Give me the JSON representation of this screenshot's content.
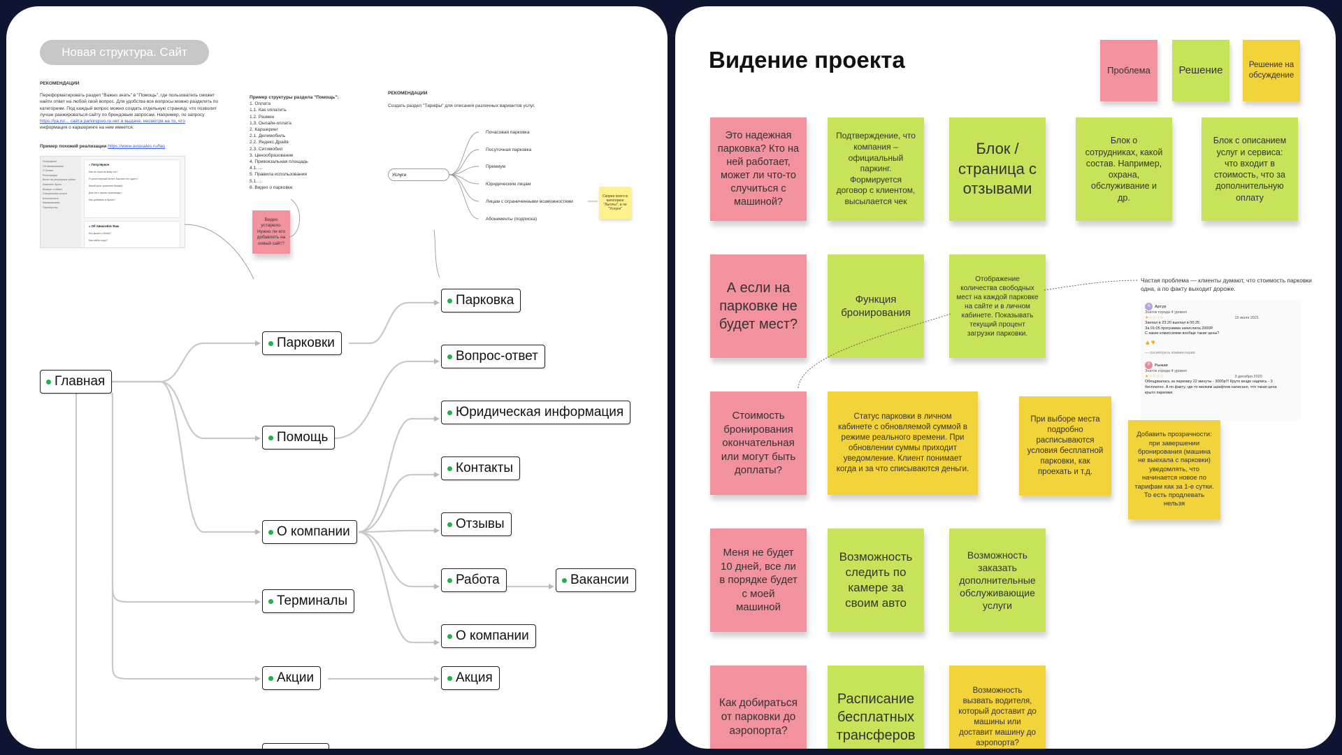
{
  "left": {
    "badge": "Новая структура. Сайт",
    "rec1": {
      "heading": "РЕКОМЕНДАЦИИ",
      "lines": [
        "Переформатировать раздел \"Важно знать\" в \"Помощь\", где пользователь сможет",
        "найти ответ на любой свой вопрос. Для удобства все вопросы можно разделить по",
        "категориям. Под каждый вопрос можно создать отдельную страницу, что позволит",
        "лучше ранжироваться сайту по брендовым запросам. Например, по запросу",
        "https://ya.ru/... сайта parkingsvo.ru нет в выдаче, несмотря на то, что",
        "информация о каршеринге на нем имеется."
      ],
      "example_label": "Пример похожей реализации",
      "example_link": "https://www.aviasales.ru/faq"
    },
    "help_structure": {
      "heading": "Пример структуры раздела \"Помощь\":",
      "items": [
        "1. Оплата",
        "1.1. Как оплатить",
        "1.2. Размен",
        "1.3. Онлайн-оплата",
        "2. Каршеринг",
        "2.1. Делимобиль",
        "2.2. Яндекс.Драйв",
        "2.3. Ситимобил",
        "3. Ценообразование",
        "4. Привокзальная площадь",
        "4.1. ...",
        "5. Правила использования",
        "5.1. ...",
        "6. Видео о парковке"
      ]
    },
    "video_sticky": "Видео устарело. Нужно ли его добавлять на новый сайт?",
    "rec2": {
      "heading": "РЕКОМЕНДАЦИИ",
      "text": "Создать раздел \"Тарифы\" для описания различных вариантов услуг."
    },
    "services": {
      "root": "Услуги",
      "items": [
        "Почасовая парковка",
        "Посуточная парковка",
        "Премиум",
        "Юридическим лицам",
        "Лицам с ограниченными возможностями",
        "Абонементы (подписка)"
      ],
      "note": "Скорее всего в категорию \"Льготы\", а не \"Услуги\""
    },
    "mini_screenshot": {
      "sidebar": [
        "Популярное",
        "Об авиакомпании",
        "О багаже",
        "Регистрация",
        "Билет на регулярные рейсы",
        "Изменить бронь",
        "Возврат и обмен",
        "Специальные услуги",
        "Безопасность",
        "Авиакомпании",
        "Партнёрство"
      ],
      "section1": "Популярное",
      "questions1": [
        "Как не пора не вижу гэс?",
        "Я купил верный билет. Как мне его сдать?",
        "Какой срок хранения багажа?",
        "Для чего нужны промокоды?",
        "Как добавить в бронь?"
      ],
      "section2": "Об Авиасейлс Ваш",
      "questions2": [
        "Кто может к билет?",
        "Как найти корр?"
      ]
    },
    "tree": {
      "root": "Главная",
      "level1": [
        "Парковки",
        "Помощь",
        "О компании",
        "Терминалы",
        "Акции"
      ],
      "level2": [
        "Парковка",
        "Вопрос-ответ",
        "Юридическая информация",
        "Контакты",
        "Отзывы",
        "Работа",
        "О компании",
        "Акция"
      ],
      "level3": [
        "Вакансии"
      ]
    }
  },
  "right": {
    "title": "Видение проекта",
    "legend": [
      "Проблема",
      "Решение",
      "Решение на обсуждение"
    ],
    "stickies": [
      {
        "text": "Это надежная парковка? Кто на ней работает, может ли что-то случиться с машиной?"
      },
      {
        "text": "Подтверждение, что компания – официальный паркинг. Формируется договор с клиентом, высылается чек"
      },
      {
        "text": "Блок / страница с отзывами"
      },
      {
        "text": "Блок о сотрудниках, какой состав. Например, охрана, обслуживание и др."
      },
      {
        "text": "Блок с описанием услуг и сервиса: что входит в стоимость, что за дополнительную оплату"
      },
      {
        "text": "А если на парковке не будет мест?"
      },
      {
        "text": "Функция бронирования"
      },
      {
        "text": "Отображение количества свободных мест на каждой парковке на сайте и в личном кабинете. Показывать текущий процент загрузки парковки."
      },
      {
        "text": "Стоимость бронирования окончательная или могут быть доплаты?"
      },
      {
        "text": "Статус парковки в личном кабинете с обновляемой суммой в режиме реального времени. При обновлении суммы приходит уведомление. Клиент понимает когда и за что списываются деньги."
      },
      {
        "text": "При выборе места подробно расписываются условия бесплатной парковки, как проехать и т.д."
      },
      {
        "text": "Добавить прозрачности: при завершении бронирования (машина не выехала с парковки) уведомлять, что начинается новое по тарифам как за 1-е сутки. То есть продлевать нельзя"
      },
      {
        "text": "Меня не будет 10 дней, все ли в порядке будет с моей машиной"
      },
      {
        "text": "Возможность следить по камере за своим авто"
      },
      {
        "text": "Возможность заказать дополнительные обслуживающие услуги"
      },
      {
        "text": "Как добираться от парковки до аэропорта?"
      },
      {
        "text": "Расписание бесплатных трансферов"
      },
      {
        "text": "Возможность вызвать водителя, который доставит до машины или доставит машину до аэропорта?"
      }
    ],
    "note": "Частая проблема — клиенты думают, что стоимость парковки одна, а по факту выходит дороже.",
    "reviews": [
      {
        "avatar": "А",
        "name": "Артур",
        "meta": "Знаток города 4 уровня",
        "date": "15 июля 2021",
        "lines": [
          "Заехал в 23:20 выехал в 00:25",
          "За 01:05 программа начислила 2000Р.",
          "С какие комиссиями вообще такие цены?"
        ],
        "more": "— посмотреть комментарии"
      },
      {
        "avatar": "Р",
        "name": "Рыжая",
        "meta": "Знаток города 4 уровня",
        "date": "3 декабря 2020",
        "lines": [
          "Обещрвалась за парковку 22 минуты - 3000р!!! Круто везде надпись - 3",
          "бесплатно. А по факту, где-то мелким шрифтом написано, что такая цена",
          "крыто парковки"
        ]
      }
    ]
  }
}
